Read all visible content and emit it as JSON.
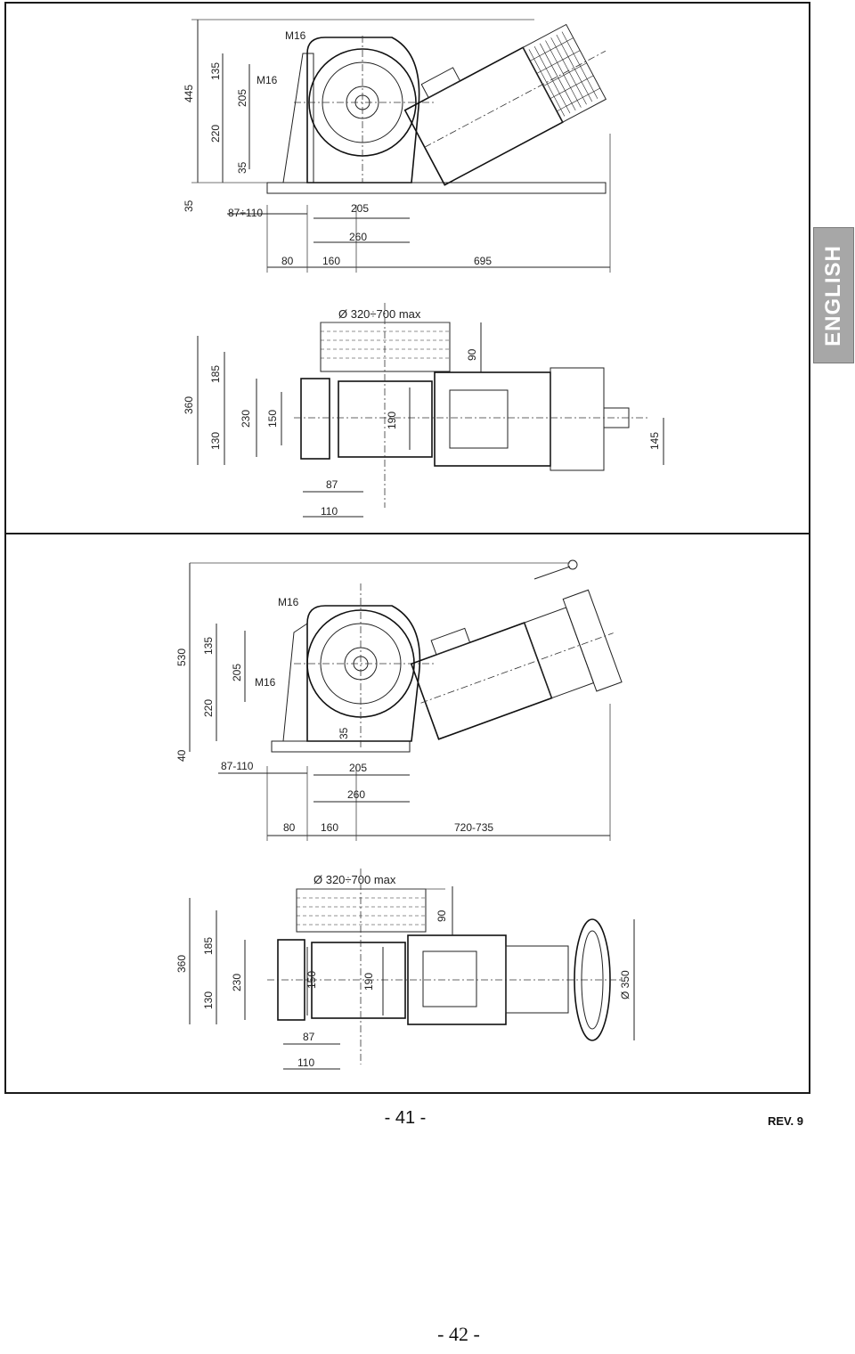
{
  "side_tab": {
    "label": "ENGLISH"
  },
  "footer": {
    "page_number": "- 41 -",
    "revision": "REV. 9",
    "bottom_page_number": "- 42 -"
  },
  "top_drawing": {
    "elevation": {
      "m16_upper": "M16",
      "m16_lower": "M16",
      "d445": "445",
      "d135": "135",
      "d220": "220",
      "d205": "205",
      "d35_inner": "35",
      "d35_outer": "35",
      "d87_110": "87÷110",
      "d205h": "205",
      "d260": "260",
      "d80": "80",
      "d160": "160",
      "d695": "695"
    },
    "plan": {
      "diameter": "Ø 320÷700 max",
      "d90": "90",
      "d360": "360",
      "d185": "185",
      "d130": "130",
      "d230": "230",
      "d150": "150",
      "d190": "190",
      "d145": "145",
      "d87": "87",
      "d110": "110"
    }
  },
  "bottom_drawing": {
    "elevation": {
      "m16_upper": "M16",
      "m16_lower": "M16",
      "d530": "530",
      "d135": "135",
      "d220": "220",
      "d205": "205",
      "d40": "40",
      "d35": "35",
      "d87_110": "87-110",
      "d205h": "205",
      "d260": "260",
      "d80": "80",
      "d160": "160",
      "d720_735": "720-735"
    },
    "plan": {
      "diameter": "Ø 320÷700 max",
      "d90": "90",
      "d360": "360",
      "d185": "185",
      "d130": "130",
      "d230": "230",
      "d150": "150",
      "d190": "190",
      "d350": "Ø 350",
      "d87": "87",
      "d110": "110"
    }
  }
}
